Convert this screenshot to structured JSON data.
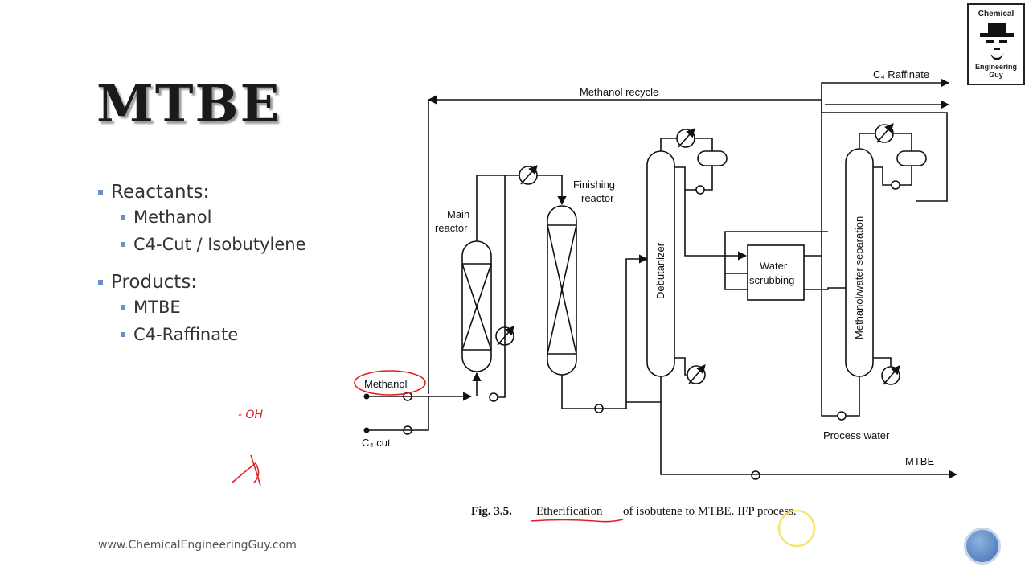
{
  "slide": {
    "title": "MTBE",
    "footer_url": "www.ChemicalEngineeringGuy.com"
  },
  "bullets": {
    "reactants_heading": "Reactants:",
    "reactants": [
      "Methanol",
      "C4-Cut / Isobutylene"
    ],
    "products_heading": "Products:",
    "products": [
      "MTBE",
      "C4-Raffinate"
    ]
  },
  "logo": {
    "line1": "Chemical",
    "line2": "Engineering Guy"
  },
  "diagram": {
    "labels": {
      "methanol_recycle": "Methanol recycle",
      "c4_raffinate": "C₄ Raffinate",
      "main_reactor_1": "Main",
      "main_reactor_2": "reactor",
      "finishing_reactor_1": "Finishing",
      "finishing_reactor_2": "reactor",
      "debutanizer": "Debutanizer",
      "water_scrubbing_1": "Water",
      "water_scrubbing_2": "scrubbing",
      "separation": "Methanol/water separation",
      "methanol_feed": "Methanol",
      "c4_cut": "C₄ cut",
      "process_water": "Process water",
      "mtbe_product": "MTBE"
    },
    "caption": {
      "prefix": "Fig. 3.5.",
      "highlight": "Etherification",
      "rest": "of isobutene to MTBE. IFP process."
    },
    "handwriting": {
      "note": "- OH"
    }
  },
  "colors": {
    "bullet": "#6a90c8",
    "annotation": "#e02020",
    "cursor_ring": "#f2e04a"
  }
}
